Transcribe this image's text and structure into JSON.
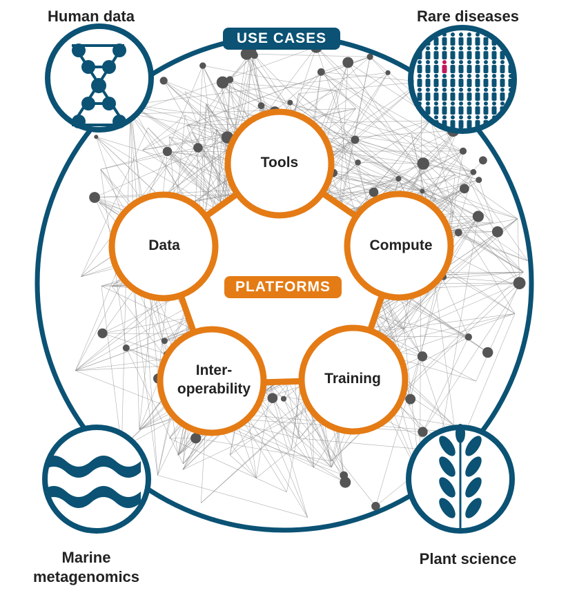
{
  "use_cases_label": "USE CASES",
  "platforms_label": "PLATFORMS",
  "use_cases": [
    {
      "label": "Human data",
      "icon": "dna-icon"
    },
    {
      "label": "Rare diseases",
      "icon": "people-grid-icon"
    },
    {
      "label": "Marine\nmetagenomics",
      "icon": "waves-icon"
    },
    {
      "label": "Plant science",
      "icon": "wheat-icon"
    }
  ],
  "platforms": [
    {
      "label": "Tools"
    },
    {
      "label": "Data"
    },
    {
      "label": "Compute"
    },
    {
      "label": "Inter-\noperability"
    },
    {
      "label": "Training"
    }
  ],
  "colors": {
    "use_case_blue": "#0b5274",
    "platform_orange": "#e47b15",
    "network_gray": "#555555",
    "highlight_person": "#c2185b"
  }
}
